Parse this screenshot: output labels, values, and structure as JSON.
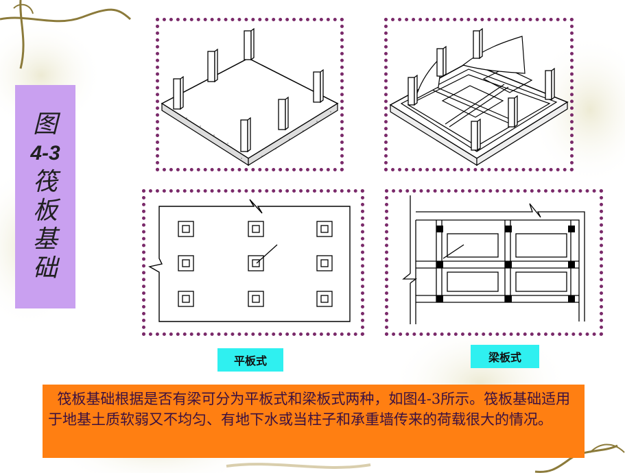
{
  "side_title": {
    "line1": "图",
    "line2": "4-3",
    "line3": "筏",
    "line4": "板",
    "line5": "基",
    "line6": "础"
  },
  "labels": {
    "flat": "平板式",
    "beam": "梁板式"
  },
  "description": {
    "indent": "  ",
    "text": "筏板基础根据是否有梁可分为平板式和梁板式两种，如图4-3所示。筏板基础适用于地基土质软弱又不均匀、有地下水或当柱子和承重墙传来的荷载很大的情况。"
  },
  "colors": {
    "side_title_bg": "#c9a0f0",
    "label_bg": "#2ff0f0",
    "description_bg": "#ff7f12",
    "panel_border": "#7a2a6a"
  }
}
